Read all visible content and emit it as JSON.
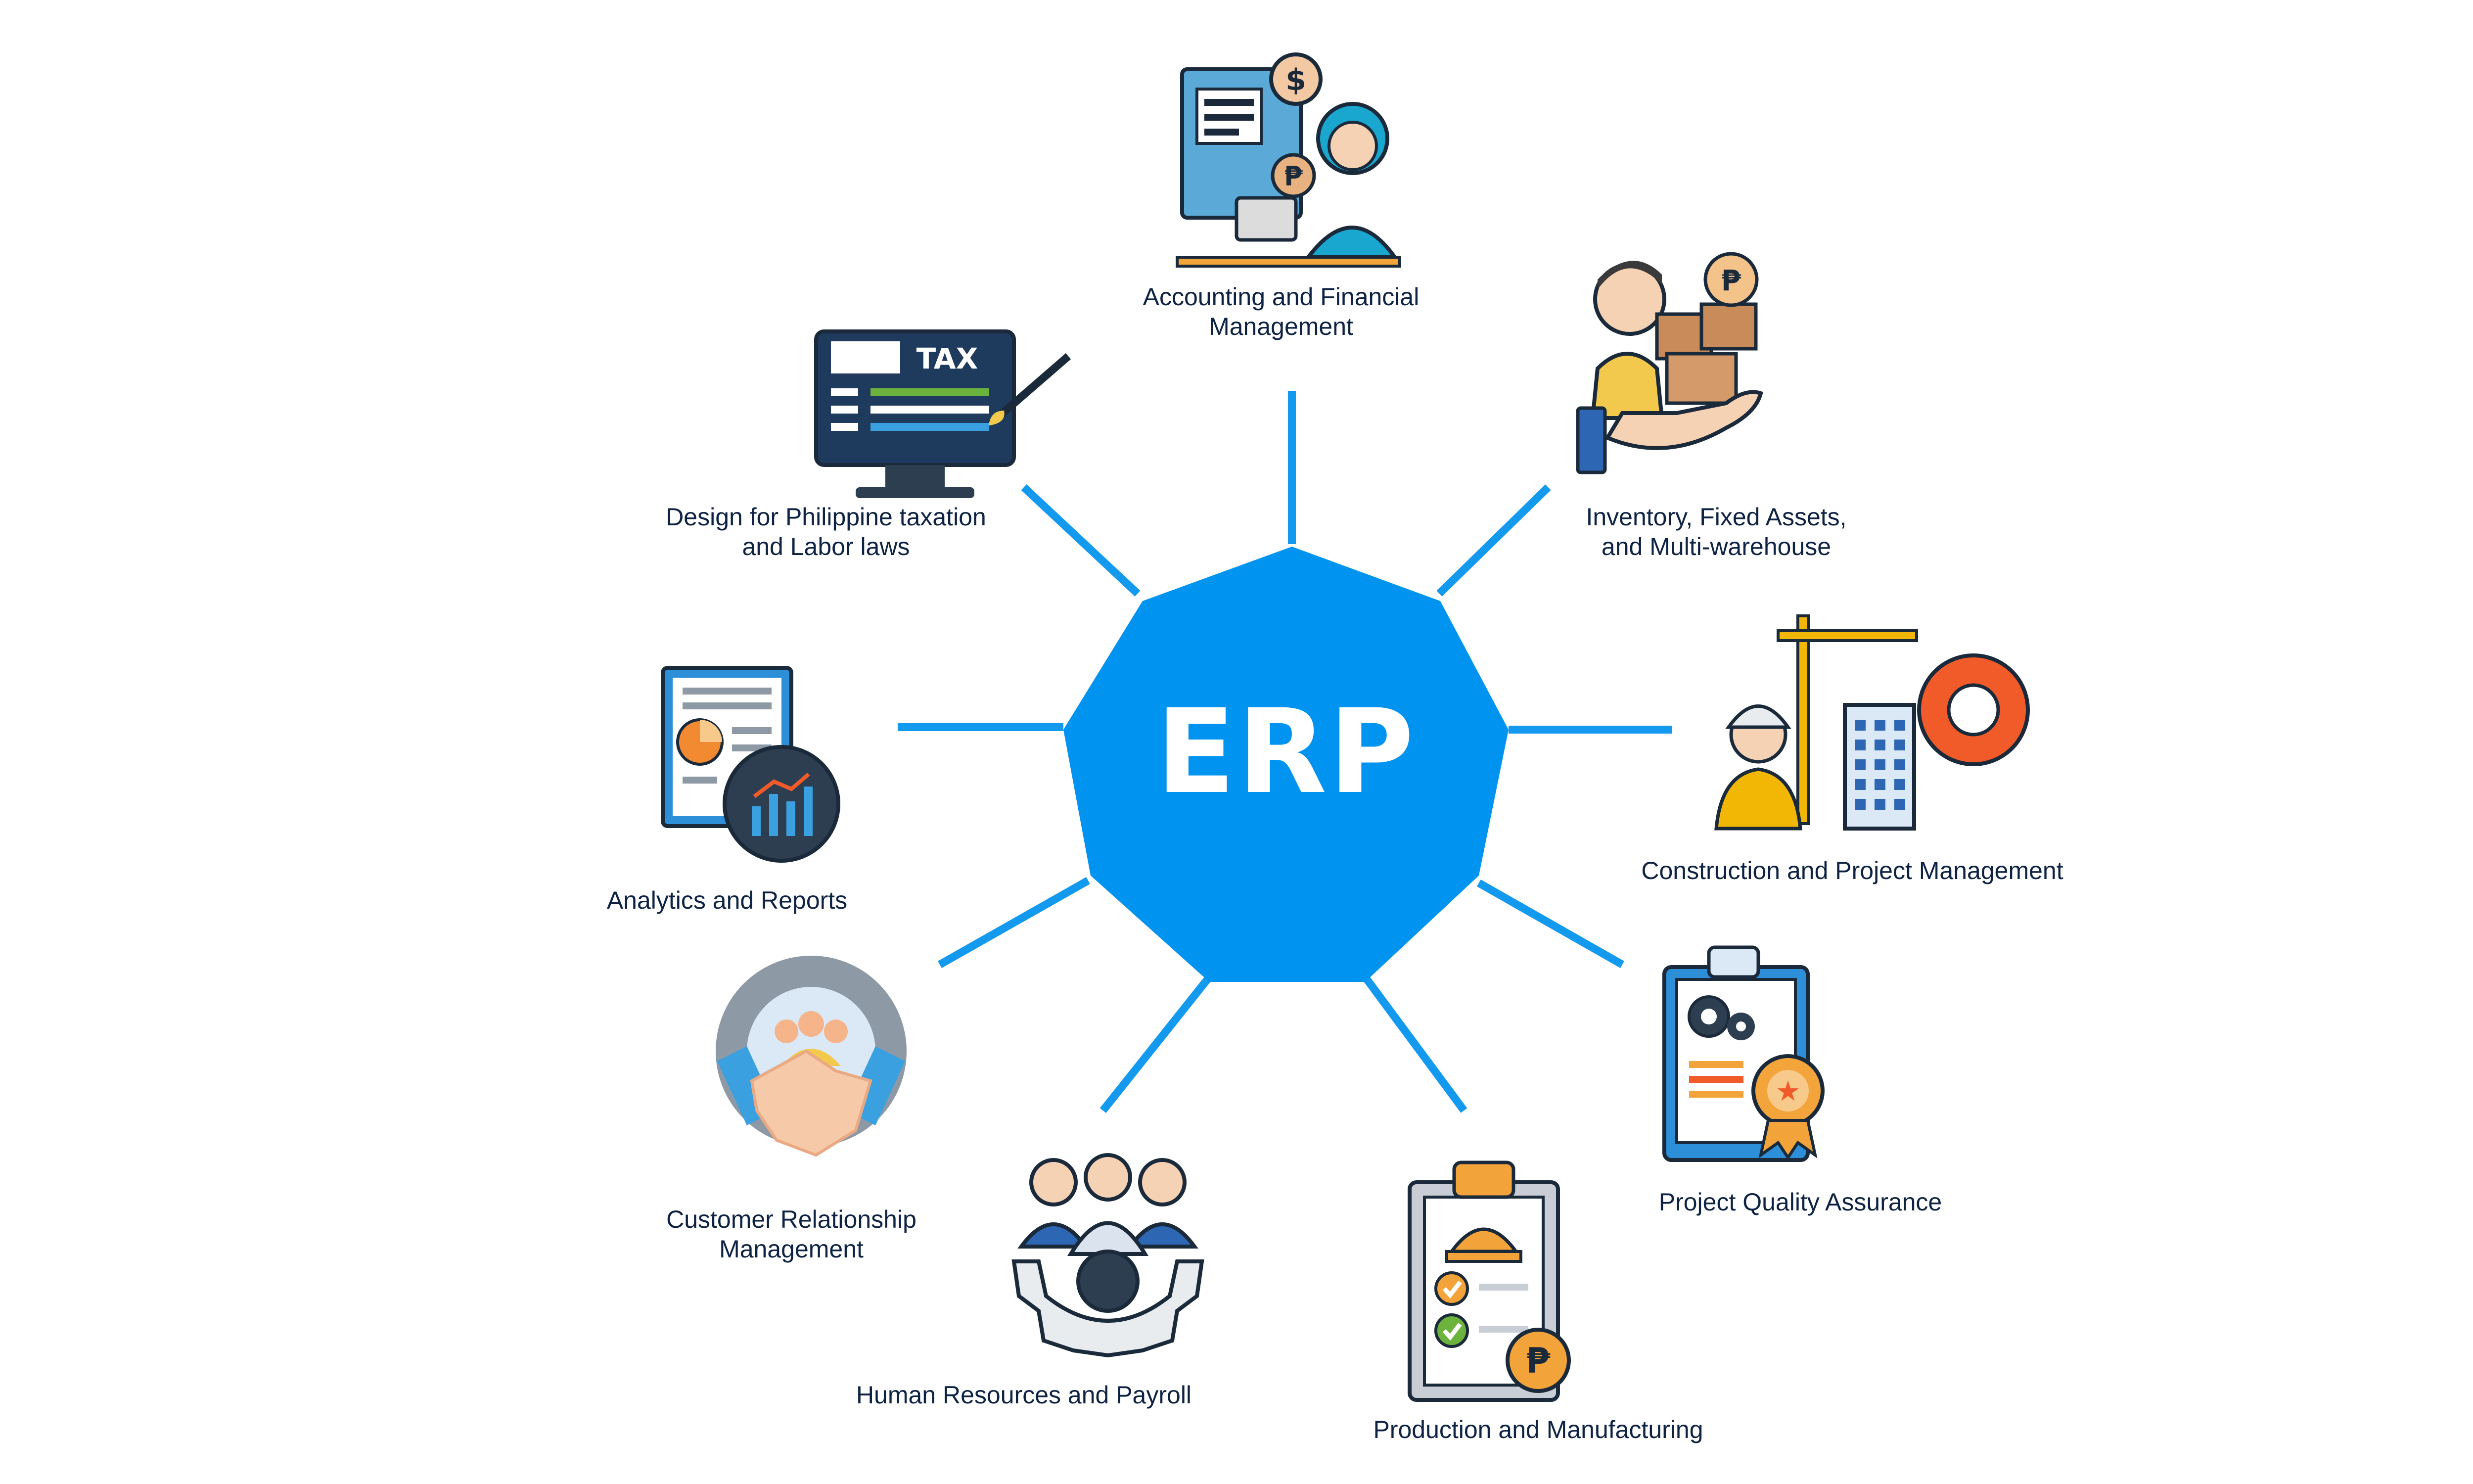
{
  "hub": {
    "label": "ERP"
  },
  "modules": [
    {
      "label": "Accounting and Financial\nManagement",
      "icon": "accountant-icon"
    },
    {
      "label": "Inventory, Fixed Assets,\nand Multi-warehouse",
      "icon": "inventory-hand-icon"
    },
    {
      "label": "Construction and Project Management",
      "icon": "construction-icon"
    },
    {
      "label": "Project Quality Assurance",
      "icon": "quality-clipboard-icon"
    },
    {
      "label": "Production and Manufacturing",
      "icon": "production-clipboard-icon"
    },
    {
      "label": "Human Resources and Payroll",
      "icon": "team-gear-icon"
    },
    {
      "label": "Customer Relationship\nManagement",
      "icon": "handshake-gear-icon"
    },
    {
      "label": "Analytics and Reports",
      "icon": "report-analytics-icon"
    },
    {
      "label": "Design for Philippine taxation\nand Labor laws",
      "icon": "tax-monitor-icon"
    }
  ],
  "colors": {
    "hub": "#0093f0",
    "spoke": "#1399ee",
    "text": "#0e2344"
  }
}
